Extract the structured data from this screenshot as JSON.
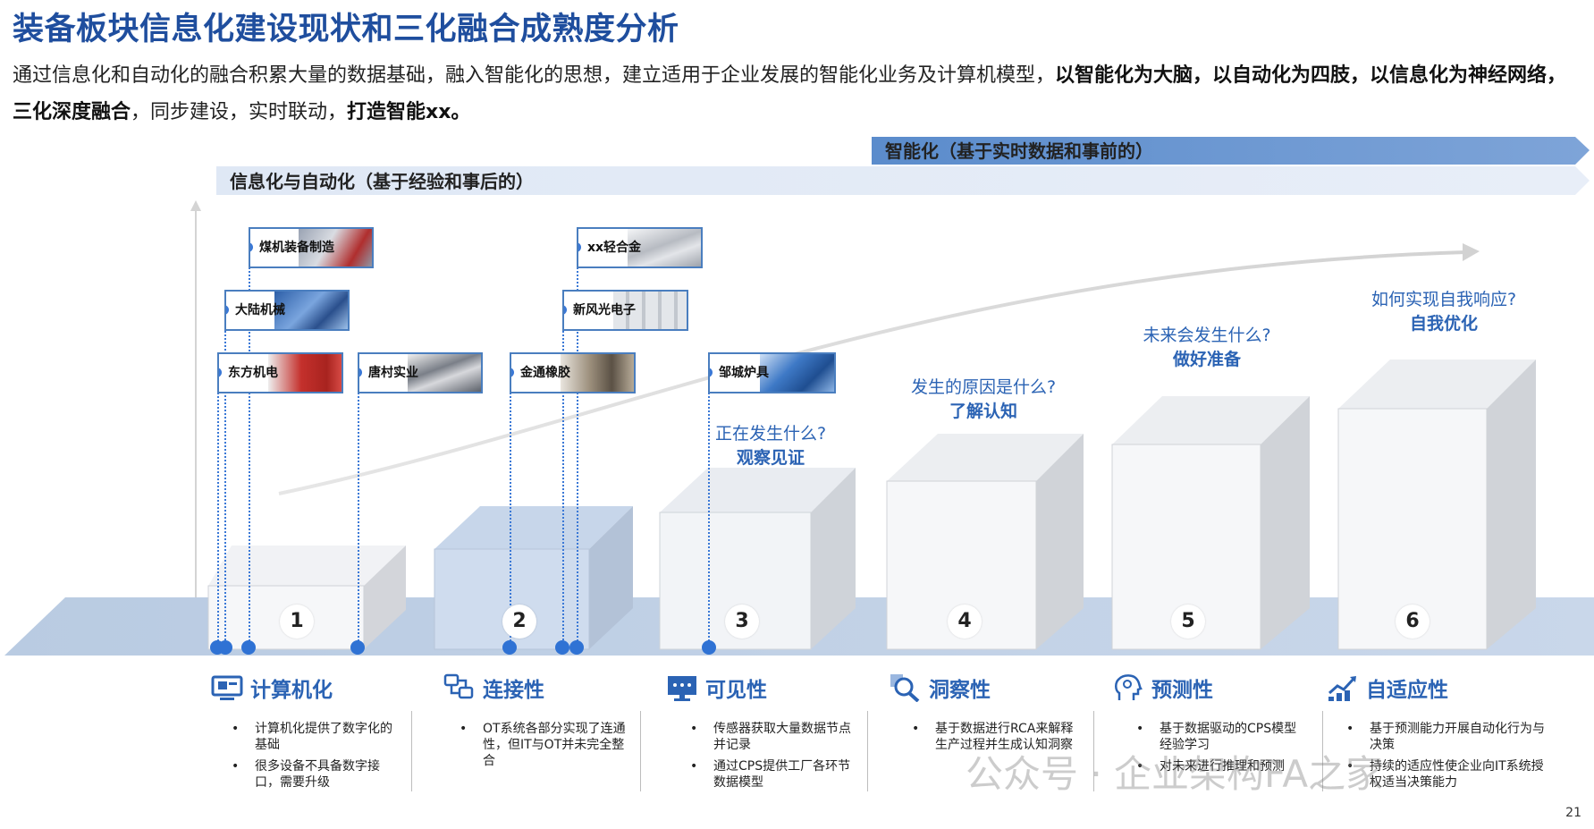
{
  "title": "装备板块信息化建设现状和三化融合成熟度分析",
  "intro": [
    {
      "text": "通过信息化和自动化的融合积累大量的数据基础，融入智能化的思想，建立适用于企业发展的智能化业务及计算机模型，",
      "bold": false
    },
    {
      "text": "以智能化为大脑，以自动化为四肢，以信息化为神经网络，三化深度融合",
      "bold": true
    },
    {
      "text": "，同步建设，实时联动，",
      "bold": false
    },
    {
      "text": "打造智能xx。",
      "bold": true
    }
  ],
  "bands": {
    "intelligent": "智能化（基于实时数据和事前的）",
    "informatization": "信息化与自动化（基于经验和事后的）"
  },
  "companies": [
    {
      "label": "煤机装备制造",
      "img": "#b8bcc6"
    },
    {
      "label": "大陆机械",
      "img": "#4f7fc4"
    },
    {
      "label": "东方机电",
      "img": "#c63a34"
    },
    {
      "label": "唐村实业",
      "img": "#8a8f98"
    },
    {
      "label": "xx轻合金",
      "img": "#c9ccd2"
    },
    {
      "label": "新风光电子",
      "img": "#d4d8de"
    },
    {
      "label": "金通橡胶",
      "img": "#a29786"
    },
    {
      "label": "邹城炉具",
      "img": "#5b8fd1"
    }
  ],
  "stages": [
    {
      "num": "1",
      "q": "",
      "a": ""
    },
    {
      "num": "2",
      "q": "",
      "a": ""
    },
    {
      "num": "3",
      "q": "正在发生什么?",
      "a": "观察见证"
    },
    {
      "num": "4",
      "q": "发生的原因是什么?",
      "a": "了解认知"
    },
    {
      "num": "5",
      "q": "未来会发生什么?",
      "a": "做好准备"
    },
    {
      "num": "6",
      "q": "如何实现自我响应?",
      "a": "自我优化"
    }
  ],
  "capabilities": [
    {
      "icon": "computer-icon",
      "title": "计算机化",
      "bullets": [
        "计算机化提供了数字化的基础",
        "很多设备不具备数字接口，需要升级"
      ]
    },
    {
      "icon": "connectivity-icon",
      "title": "连接性",
      "bullets": [
        "OT系统各部分实现了连通性，但IT与OT并未完全整合"
      ]
    },
    {
      "icon": "monitor-icon",
      "title": "可见性",
      "bullets": [
        "传感器获取大量数据节点并记录",
        "通过CPS提供工厂各环节数据模型"
      ]
    },
    {
      "icon": "magnifier-icon",
      "title": "洞察性",
      "bullets": [
        "基于数据进行RCA来解释生产过程并生成认知洞察"
      ]
    },
    {
      "icon": "head-icon",
      "title": "预测性",
      "bullets": [
        "基于数据驱动的CPS模型经验学习",
        "对未来进行推理和预测"
      ]
    },
    {
      "icon": "growth-chart-icon",
      "title": "自适应性",
      "bullets": [
        "基于预测能力开展自动化行为与决策",
        "持续的适应性使企业向IT系统授权适当决策能力"
      ]
    }
  ],
  "watermark": "公众号 · 企业架构FA之家",
  "page_number": "21",
  "colors": {
    "accent": "#2b63b4",
    "title": "#1f4e9e",
    "dot": "#2f72d4"
  }
}
